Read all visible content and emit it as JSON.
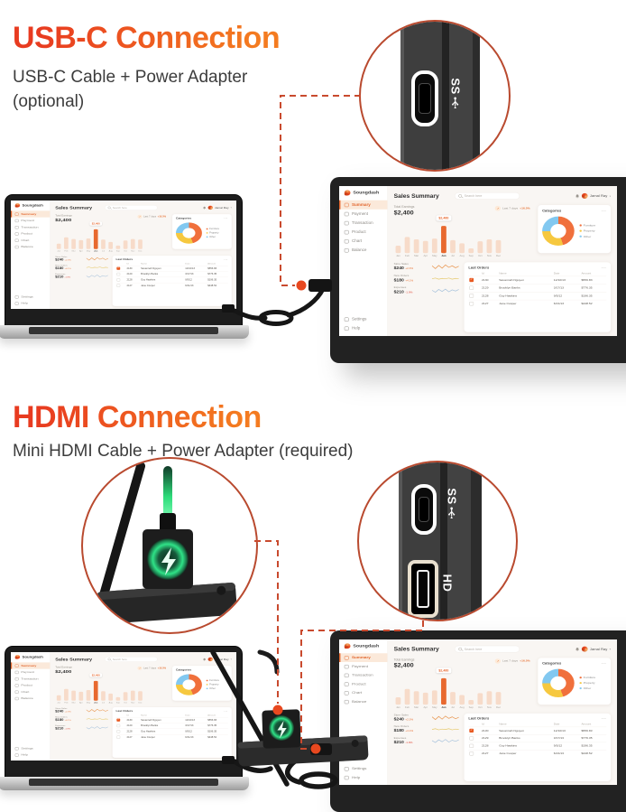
{
  "sections": [
    {
      "title": "USB-C Connection",
      "subtitle": "USB-C Cable + Power Adapter (optional)"
    },
    {
      "title": "HDMI Connection",
      "subtitle": "Mini HDMI Cable + Power Adapter (required)"
    }
  ],
  "ports": {
    "usbc_label": "SS",
    "hdmi_label": "HD"
  },
  "dashboard": {
    "logo": "Soungdash",
    "menu_dots": "···",
    "nav": [
      {
        "label": "Summary",
        "active": true
      },
      {
        "label": "Payment"
      },
      {
        "label": "Transaction"
      },
      {
        "label": "Product"
      },
      {
        "label": "Chart"
      },
      {
        "label": "Balance"
      }
    ],
    "nav_footer": [
      {
        "label": "Settings"
      },
      {
        "label": "Help"
      }
    ],
    "header": {
      "title": "Sales Summary",
      "search_placeholder": "Search here",
      "user": "Jamal Ray",
      "chevron": "▾"
    },
    "earnings": {
      "label": "Total Earnings",
      "value": "$2,400",
      "period_label": "Last 7 days",
      "period_delta": "+16.5%"
    },
    "chart_data": {
      "type": "bar",
      "categories": [
        "Jan",
        "Feb",
        "Mar",
        "Apr",
        "May",
        "Jun",
        "Jul",
        "Aug",
        "Sep",
        "Oct",
        "Nov",
        "Dec"
      ],
      "values": [
        25,
        52,
        45,
        40,
        48,
        88,
        42,
        32,
        15,
        38,
        45,
        42
      ],
      "highlight_index": 5,
      "highlight_label": "$2,460",
      "bar_color": "#f7dbc9",
      "highlight_color": "#e8692f"
    },
    "categories": {
      "title": "Categories",
      "legend": [
        {
          "label": "Furniture",
          "color": "#f0703c",
          "value": 45
        },
        {
          "label": "Property",
          "color": "#f6c83f",
          "value": 30
        },
        {
          "label": "Other",
          "color": "#82c8f0",
          "value": 25
        }
      ]
    },
    "stats": [
      {
        "label": "Store Sales",
        "value": "$240",
        "delta": "+2.3%",
        "delta_color": "#e8763a",
        "color": "#e8954e",
        "spark": [
          12,
          5,
          13,
          6,
          14,
          8,
          12,
          7,
          11
        ]
      },
      {
        "label": "New Orders",
        "value": "$180",
        "delta": "+4.1%",
        "delta_color": "#e8763a",
        "color": "#e6c96d",
        "spark": [
          9,
          11,
          8,
          10,
          9,
          11,
          8,
          10,
          9
        ]
      },
      {
        "label": "Expenses",
        "value": "$210",
        "delta": "-1.9%",
        "delta_color": "#e04a3a",
        "color": "#a9c3dc",
        "spark": [
          10,
          5,
          12,
          7,
          13,
          6,
          11,
          8,
          12
        ]
      }
    ],
    "orders": {
      "title": "Last Orders",
      "columns": [
        "Id",
        "Name",
        "Date",
        "Amount"
      ],
      "rows": [
        [
          "2130",
          "Savannah Nguyen",
          "12/10/13",
          "$556.83"
        ],
        [
          "2129",
          "Brooklyn Banks",
          "3/17/13",
          "$776.35"
        ],
        [
          "2128",
          "Guy Hawkins",
          "9/5/12",
          "$196.35"
        ],
        [
          "2127",
          "Jane Cooper",
          "6/21/13",
          "$448.52"
        ]
      ]
    }
  },
  "colors": {
    "accent_orange": "#e8692f",
    "title_gradient_start": "#e83b20",
    "title_gradient_end": "#f47b20",
    "callout_border": "#b94a2f",
    "dashed_line": "#c94a2e",
    "connector_dot": "#e8481f",
    "adapter_green": "#2fe287"
  }
}
